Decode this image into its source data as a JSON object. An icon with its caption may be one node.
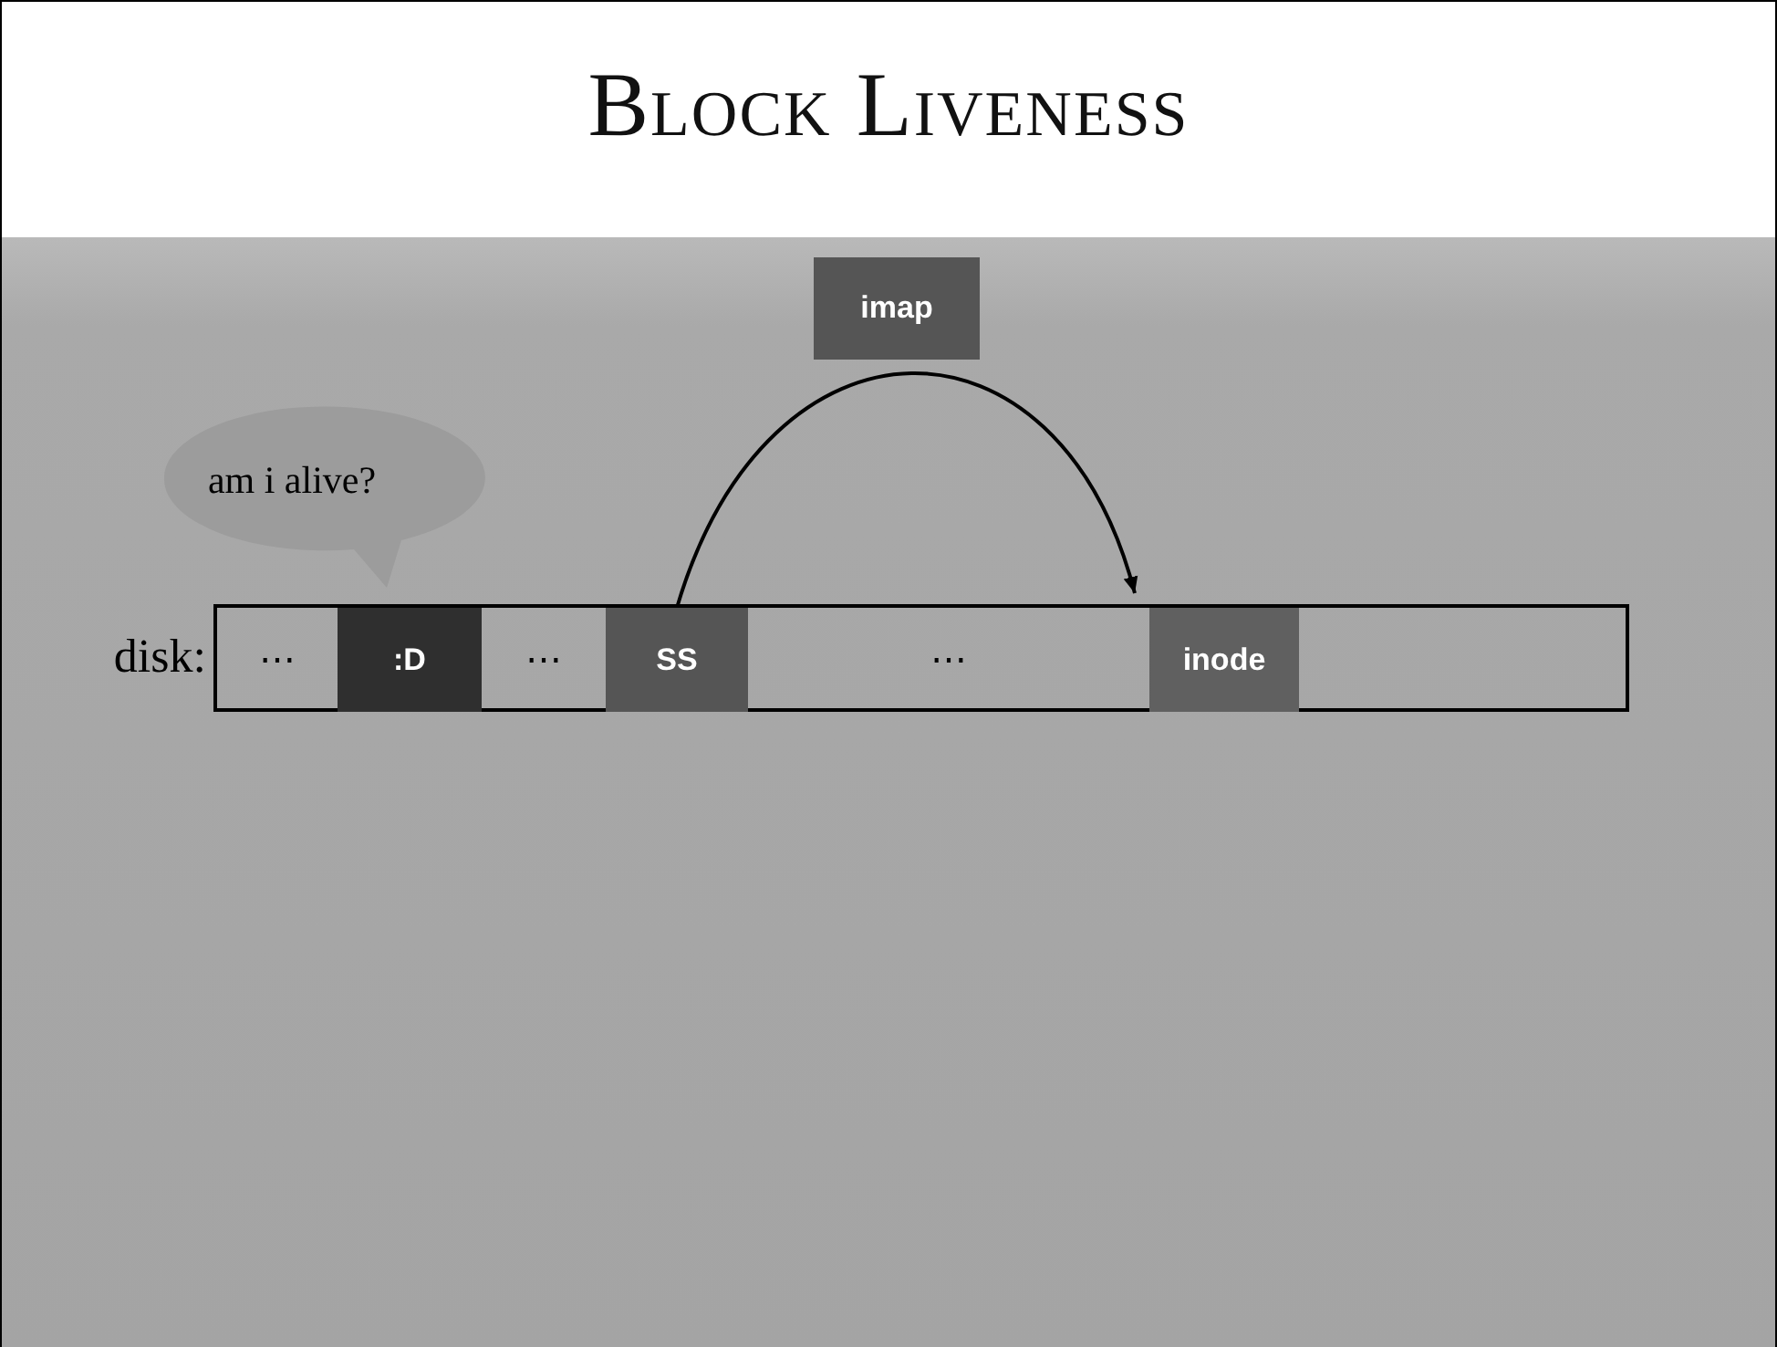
{
  "diagram": {
    "title": "Block Liveness",
    "nodes": [
      {
        "text": [
          "imap"
        ]
      },
      {
        "text": [
          "am i alive?"
        ]
      },
      {
        "text": [],
        "shape": "bar",
        "beside": [
          "disk:"
        ]
      },
      {
        "text": [
          "⋯"
        ],
        "in": 2
      },
      {
        "text": [
          ":D"
        ],
        "in": 2
      },
      {
        "text": [
          "⋯"
        ],
        "in": 2
      },
      {
        "text": [
          "SS"
        ],
        "in": 2
      },
      {
        "text": [
          "⋯"
        ],
        "in": 2
      },
      {
        "text": [
          "inode"
        ],
        "in": 2
      }
    ],
    "edges": [
      {
        "from": 6,
        "to": 8,
        "arrow": "to"
      }
    ]
  }
}
